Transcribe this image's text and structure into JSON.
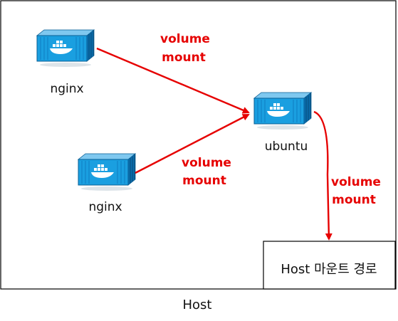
{
  "nodes": {
    "nginx_top": {
      "label": "nginx",
      "icon": "docker-container-icon"
    },
    "nginx_bottom": {
      "label": "nginx",
      "icon": "docker-container-icon"
    },
    "ubuntu": {
      "label": "ubuntu",
      "icon": "docker-container-icon"
    }
  },
  "edges": {
    "nginx_top_to_ubuntu": {
      "label_line1": "volume",
      "label_line2": "mount"
    },
    "nginx_bottom_to_ubuntu": {
      "label_line1": "volume",
      "label_line2": "mount"
    },
    "ubuntu_to_host_path": {
      "label_line1": "volume",
      "label_line2": "mount"
    }
  },
  "host_path_box": {
    "label": "Host 마운트 경로"
  },
  "host_frame": {
    "label": "Host"
  },
  "colors": {
    "arrow": "#e60000",
    "container_light": "#1a9fe0",
    "container_dark": "#0a6fb0",
    "frame": "#000000"
  }
}
